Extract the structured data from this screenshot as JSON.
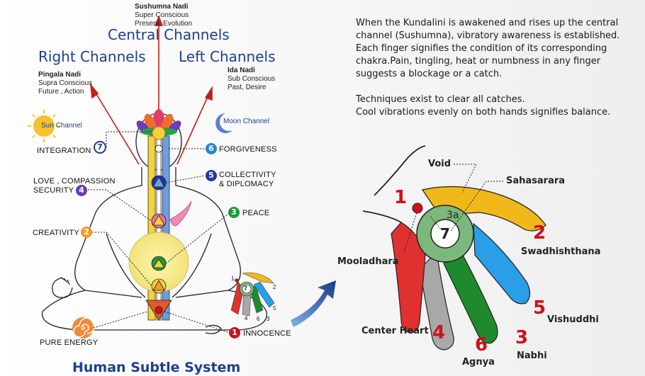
{
  "diagram": {
    "sushumna": {
      "title": "Sushumna Nadi",
      "line1": "Super Conscious",
      "line2": "Present, Evolution"
    },
    "central_channels": "Central Channels",
    "right_channels": "Right Channels",
    "left_channels": "Left Channels",
    "pingala": {
      "title": "Pingala Nadi",
      "line1": "Supra Conscious",
      "line2": "Future , Action"
    },
    "ida": {
      "title": "Ida Nadi",
      "line1": "Sub Conscious",
      "line2": "Past, Desire"
    },
    "sun_channel": "Sun Channel",
    "moon_channel": "Moon Channel",
    "footer_title": "Human Subtle System",
    "chakras": {
      "integration": {
        "num": "7",
        "label": "INTEGRATION",
        "color": "#ffffff"
      },
      "forgiveness": {
        "num": "6",
        "label": "FORGIVENESS",
        "color": "#2a86c8"
      },
      "collectivity": {
        "num": "5",
        "label1": "COLLECTIVITY",
        "label2": "& DIPLOMACY",
        "color": "#2434a8"
      },
      "love": {
        "num": "4",
        "label1": "LOVE , COMPASSION",
        "label2": "SECURITY",
        "color": "#6a3bbd"
      },
      "peace": {
        "num": "3",
        "label": "PEACE",
        "color": "#1f9a3a"
      },
      "creativity": {
        "num": "2",
        "label": "CREATIVITY",
        "color": "#f39a2a"
      },
      "innocence": {
        "num": "1",
        "label": "INNOCENCE",
        "color": "#d0101a"
      },
      "pure_energy": {
        "label": "PURE ENERGY"
      }
    },
    "mini_hand": {
      "n1": "1",
      "n2": "2",
      "n3": "3",
      "n4": "4",
      "n5": "5",
      "n6": "6",
      "n7": "7"
    }
  },
  "text_block": {
    "p1": "When the Kundalini is awakened and rises up the central channel (Sushumna), vibratory awareness is established. Each finger signifies the condition of its corresponding chakra.Pain, tingling, heat or numbness in any finger suggests a blockage or a catch.",
    "p2": "Techniques exist to clear all catches.",
    "p3": "Cool vibrations evenly on both hands signifies balance."
  },
  "hand": {
    "void": "Void",
    "sahasarara": "Sahasarara",
    "num_1": "1",
    "num_2": "2",
    "num_3": "3",
    "num_4": "4",
    "num_5": "5",
    "num_6": "6",
    "center_3a": "3a",
    "center_7": "7",
    "mooladhara": "Mooladhara",
    "swadhishthana": "Swadhishthana",
    "vishuddhi": "Vishuddhi",
    "nabhi": "Nabhi",
    "agnya": "Agnya",
    "center_heart": "Center Heart"
  },
  "colors": {
    "heading_blue": "#1c3f8f",
    "arrow_red": "#c0201a",
    "finger_yellow": "#f0b81a",
    "finger_blue": "#2a9ee8",
    "finger_green": "#1e8a2e",
    "finger_gray": "#a8a8a8",
    "finger_red": "#e03030",
    "palm_green": "#7cb87c"
  }
}
